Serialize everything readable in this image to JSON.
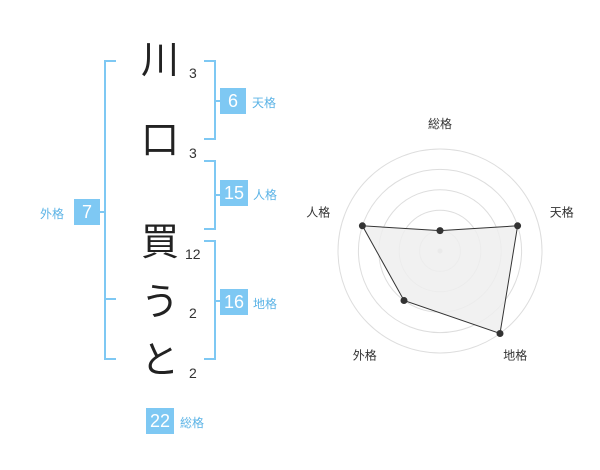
{
  "name_chars": [
    {
      "char": "川",
      "strokes": "3"
    },
    {
      "char": "口",
      "strokes": "3"
    },
    {
      "char": "買",
      "strokes": "12"
    },
    {
      "char": "う",
      "strokes": "2"
    },
    {
      "char": "と",
      "strokes": "2"
    }
  ],
  "fortunes": {
    "tenkaku": {
      "value": "6",
      "label": "天格"
    },
    "jinkaku": {
      "value": "15",
      "label": "人格"
    },
    "chikaku": {
      "value": "16",
      "label": "地格"
    },
    "gaikaku": {
      "value": "7",
      "label": "外格"
    },
    "soukaku": {
      "value": "22",
      "label": "総格"
    }
  },
  "colors": {
    "accent": "#7ec8f3",
    "accent_text": "#5bb3e6",
    "polygon_fill": "#eeeeee",
    "ring": "#dddddd"
  },
  "chart_data": {
    "type": "radar",
    "categories": [
      "総格",
      "天格",
      "地格",
      "外格",
      "人格"
    ],
    "values": [
      1,
      4,
      5,
      3,
      4
    ],
    "range": [
      0,
      5
    ]
  }
}
